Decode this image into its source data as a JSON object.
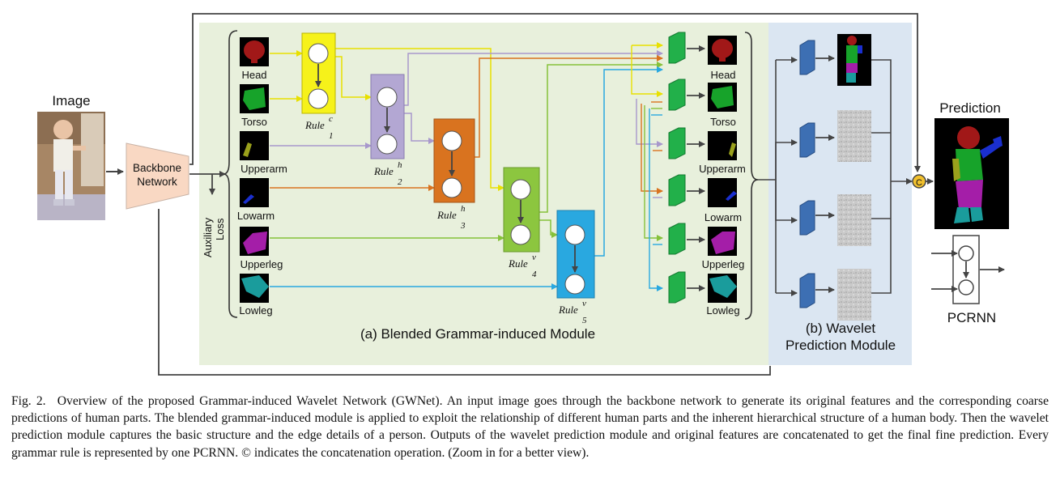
{
  "figure": {
    "image_label": "Image",
    "backbone_label_1": "Backbone",
    "backbone_label_2": "Network",
    "auxiliary_label_1": "Auxiliary",
    "auxiliary_label_2": "Loss",
    "parts": [
      "Head",
      "Torso",
      "Upperarm",
      "Lowarm",
      "Upperleg",
      "Lowleg"
    ],
    "rules": [
      {
        "name": "Rule",
        "sup": "c",
        "sub": "1"
      },
      {
        "name": "Rule",
        "sup": "h",
        "sub": "2"
      },
      {
        "name": "Rule",
        "sup": "h",
        "sub": "3"
      },
      {
        "name": "Rule",
        "sup": "v",
        "sub": "4"
      },
      {
        "name": "Rule",
        "sup": "v",
        "sub": "5"
      }
    ],
    "module_a_label": "(a) Blended Grammar-induced Module",
    "module_b_label_1": "(b) Wavelet",
    "module_b_label_2": "Prediction Module",
    "prediction_label": "Prediction",
    "concat_symbol": "C",
    "pcrnn_label": "PCRNN"
  },
  "caption": {
    "fig_number": "Fig. 2.",
    "text": "Overview of the proposed Grammar-induced Wavelet Network (GWNet). An input image goes through the backbone network to generate its original features and the corresponding coarse predictions of human parts. The blended grammar-induced module is applied to exploit the relationship of different human parts and the inherent hierarchical structure of a human body. Then the wavelet prediction module captures the basic structure and the edge details of a person. Outputs of the wavelet prediction module and original features are concatenated to get the final fine prediction. Every grammar rule is represented by one PCRNN. © indicates the concatenation operation. (Zoom in for a better view)."
  },
  "colors": {
    "module_a_bg": "#e8f0dc",
    "module_b_bg": "#dbe6f2",
    "rule1": "#f6f21a",
    "rule2": "#b3a7d3",
    "rule3": "#d9731f",
    "rule4": "#8cc63f",
    "rule5": "#29a8e0",
    "fused_block": "#22b04a",
    "wavelet_block": "#3d6fb3",
    "backbone": "#f9d8c3"
  }
}
